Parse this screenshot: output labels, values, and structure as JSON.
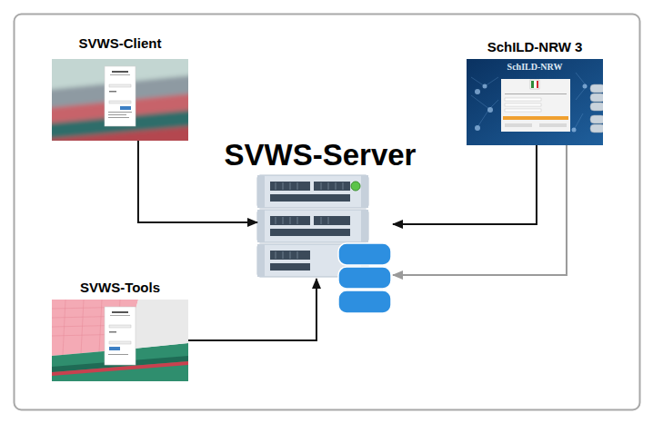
{
  "diagram": {
    "nodes": [
      {
        "text": [
          "SVWS-Client"
        ]
      },
      {
        "text": [
          "SchILD-NRW 3"
        ]
      },
      {
        "text": [
          "SVWS-Server"
        ]
      },
      {
        "text": [
          "SVWS-Tools"
        ]
      }
    ],
    "edges": [
      {
        "from": 0,
        "to": 2,
        "arrow": "to"
      },
      {
        "from": 1,
        "to": 2,
        "arrow": "to"
      },
      {
        "from": 1,
        "to": 2,
        "arrow": "to"
      },
      {
        "from": 3,
        "to": 2,
        "arrow": "to"
      }
    ],
    "labels": [
      "SchILD-NRW"
    ]
  }
}
